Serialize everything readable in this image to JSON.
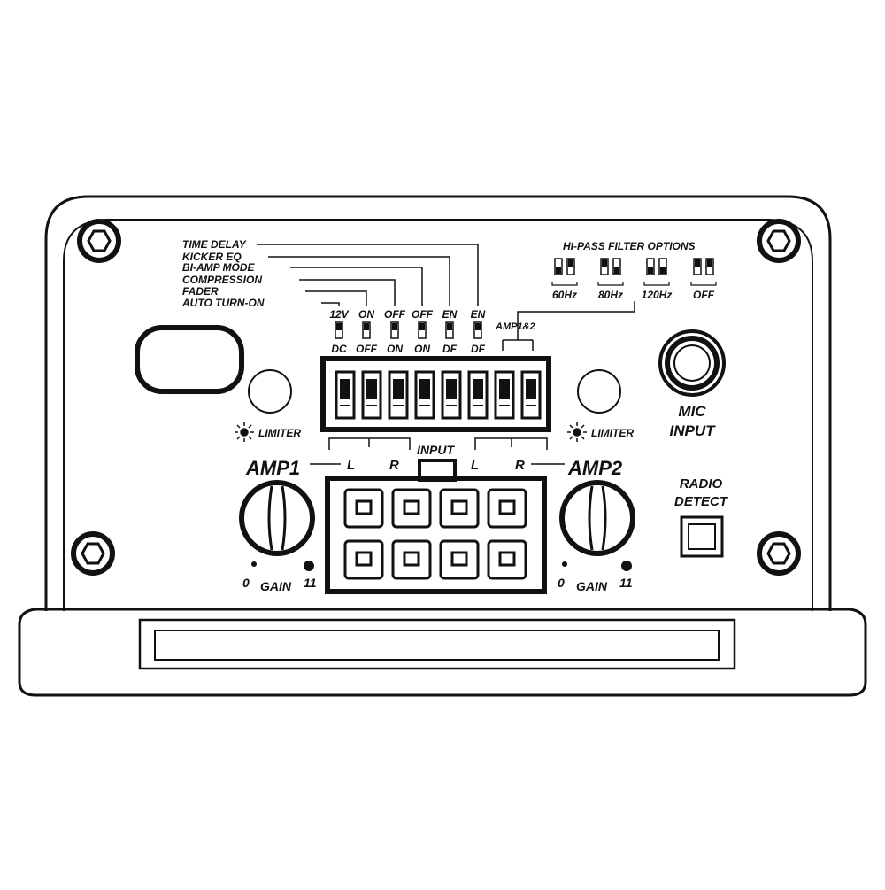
{
  "colors": {
    "ink": "#111111",
    "paper": "#ffffff"
  },
  "function_labels": [
    {
      "id": "time-delay",
      "text": "TIME DELAY"
    },
    {
      "id": "kicker-eq",
      "text": "KICKER EQ"
    },
    {
      "id": "bi-amp-mode",
      "text": "BI-AMP MODE"
    },
    {
      "id": "compression",
      "text": "COMPRESSION"
    },
    {
      "id": "fader",
      "text": "FADER"
    },
    {
      "id": "auto-turn-on",
      "text": "AUTO TURN-ON"
    }
  ],
  "dip_switches": [
    {
      "top": "12V",
      "bottom": "DC"
    },
    {
      "top": "ON",
      "bottom": "OFF"
    },
    {
      "top": "OFF",
      "bottom": "ON"
    },
    {
      "top": "OFF",
      "bottom": "ON"
    },
    {
      "top": "EN",
      "bottom": "DF"
    },
    {
      "top": "EN",
      "bottom": "DF"
    }
  ],
  "hi_pass": {
    "title": "HI-PASS FILTER OPTIONS",
    "options": [
      "60Hz",
      "80Hz",
      "120Hz",
      "OFF"
    ],
    "group_label": "AMP1&2"
  },
  "limiter_label": "LIMITER",
  "mic_input": {
    "line1": "MIC",
    "line2": "INPUT"
  },
  "radio_detect": {
    "line1": "RADIO",
    "line2": "DETECT"
  },
  "input": {
    "label": "INPUT",
    "left": "L",
    "right": "R"
  },
  "amp1": {
    "label": "AMP1",
    "gain": "GAIN",
    "min": "0",
    "max": "11"
  },
  "amp2": {
    "label": "AMP2",
    "gain": "GAIN",
    "min": "0",
    "max": "11"
  }
}
